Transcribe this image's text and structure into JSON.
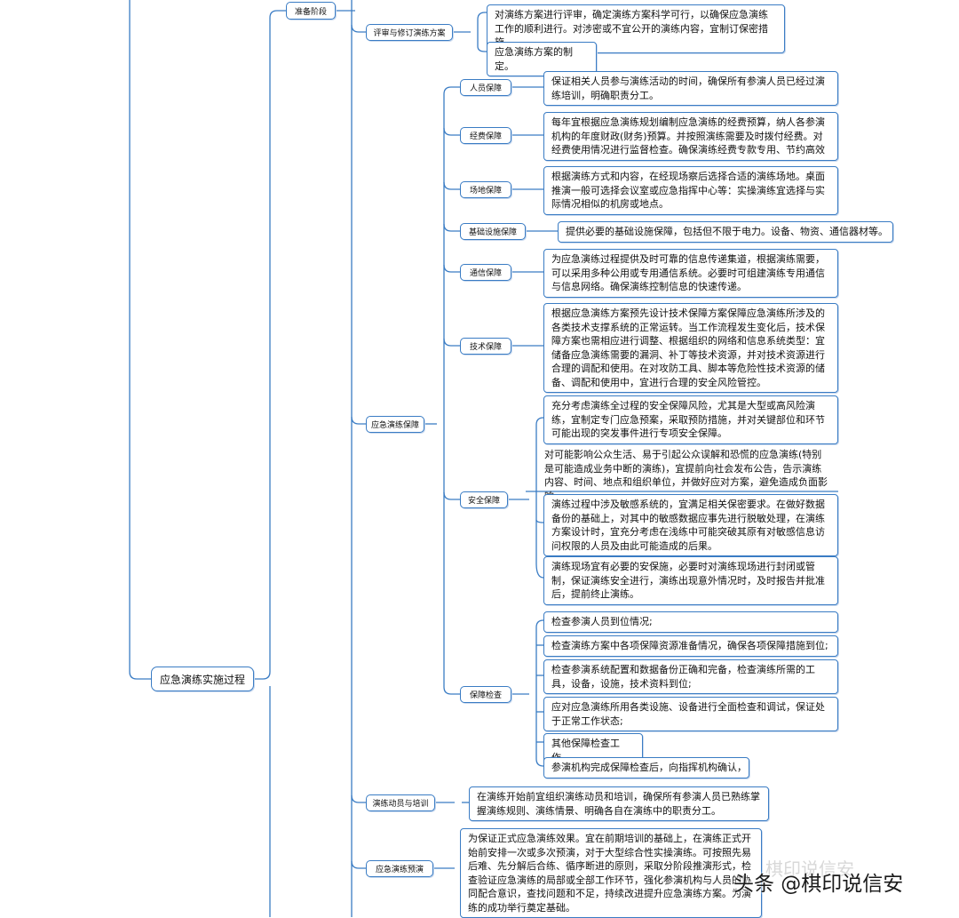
{
  "root": {
    "label": "应急演练实施过程"
  },
  "stages": {
    "prep": {
      "label": "准备阶段"
    }
  },
  "branches": {
    "review": {
      "label": "评审与修订演练方案",
      "items": [
        "对演练方案进行评审，确定演练方案科学可行，以确保应急演练工作的顺利进行。对涉密或不宜公开的演练内容，宜制订保密措施，",
        "应急演练方案的制定。"
      ]
    },
    "guarantee": {
      "label": "应急演练保障",
      "personnel": {
        "label": "人员保障",
        "text": "保证相关人员参与演练活动的时间，确保所有参演人员已经过演练培训，明确职责分工。"
      },
      "funding": {
        "label": "经费保障",
        "text": "每年宜根据应急演练规划编制应急演练的经费预算，纳人各参演机构的年度财政(财务)预算。并按照演练需要及时拨付经费。对经费使用情况进行监督检查。确保演练经费专款专用、节约高效"
      },
      "venue": {
        "label": "场地保障",
        "text": "根据演练方式和内容，在经现场察后选择合适的演练场地。桌面推演一般可选择会议室或应急指挥中心等：实操演练宜选择与实际情况相似的机房或地点。"
      },
      "infra": {
        "label": "基础设施保障",
        "text": "提供必要的基础设施保障，包括但不限于电力。设备、物资、通信器材等。"
      },
      "comm": {
        "label": "通信保障",
        "text": "为应急演练过程提供及时可靠的信息传递集道，根据演练需要，可以采用多种公用或专用通信系统。必要时可组建演练专用通信与信息网络。确保演练控制信息的快速传递。"
      },
      "tech": {
        "label": "技术保障",
        "text": "根据应急演练方案预先设计技术保障方案保障应急演练所涉及的各类技术支撑系统的正常运转。当工作流程发生变化后，技术保障方案也需相应进行调整、根据组织的网络和信息系统类型：宜储备应急演练需要的漏洞、补丁等技术资源，并对技术资源进行合理的调配和使用。在对攻防工具、脚本等危险性技术资源的储备、调配和使用中，宜进行合理的安全风险管控。"
      },
      "safety": {
        "label": "安全保障",
        "items": [
          "充分考虑演练全过程的安全保障风险，尤其是大型或高风险演练，宜制定专门应急预案，采取预防措施，并对关键部位和环节可能出现的突发事件进行专项安全保障。",
          "对可能影响公众生活、易于引起公众误解和恐慌的应急演练(特别是可能造成业务中断的演练)，宜提前向社会发布公告，告示演练内容、时间、地点和组织单位，并做好应对方案，避免造成负面影响",
          "演练过程中涉及敏感系统的，宜满足相关保密要求。在做好数据备份的基础上，对其中的敏感数据应事先进行脱敏处理，在演练方案设计时，宜充分考虑在浅练中可能突破其原有对敏感信息访问权限的人员及由此可能造成的后果。",
          "演练现场宜有必要的安保施，必要时对演练现场进行封闭或管制，保证演练安全进行，演练出现意外情况时，及时报告并批准后，提前终止演练。"
        ]
      },
      "check": {
        "label": "保障检查",
        "items": [
          "检查参演人员到位情况;",
          "检查演练方案中各项保障资源准备情况，确保各项保障措施到位;",
          "检查参演系统配置和数据备份正确和完备，检查演练所需的工具，设备，设施，技术资料到位;",
          "应对应急演练所用各类设施、设备进行全面检查和调试，保证处于正常工作状态;",
          "其他保障检查工作。",
          "参演机构完成保障检查后，向指挥机构确认，"
        ]
      }
    },
    "mobilize": {
      "label": "演练动员与培训",
      "text": "在演练开始前宜组织演练动员和培训，确保所有参演人员已熟练掌握演练规则、演练情景、明确各自在演练中的职责分工。"
    },
    "rehearsal": {
      "label": "应急演练预演",
      "text": "为保证正式应急演练效果。宜在前期培训的基础上，在演练正式开始前安排一次或多次预演，对于大型综合性实操演练。可按照先易后难、先分解后合练、循序断进的原则，采取分阶段推演形式，检查验证应急演练的局部或全部工作环节，强化参演机构与人员的协同配合意识，查找问题和不足，持续改进提升应急演练方案。为演练的成功举行奠定基础。"
    }
  },
  "watermark": {
    "text": "头条 @棋印说信安",
    "ghost": "棋印说信安"
  },
  "colors": {
    "line": "#3a7cc4",
    "border": "#3a7cc4"
  }
}
